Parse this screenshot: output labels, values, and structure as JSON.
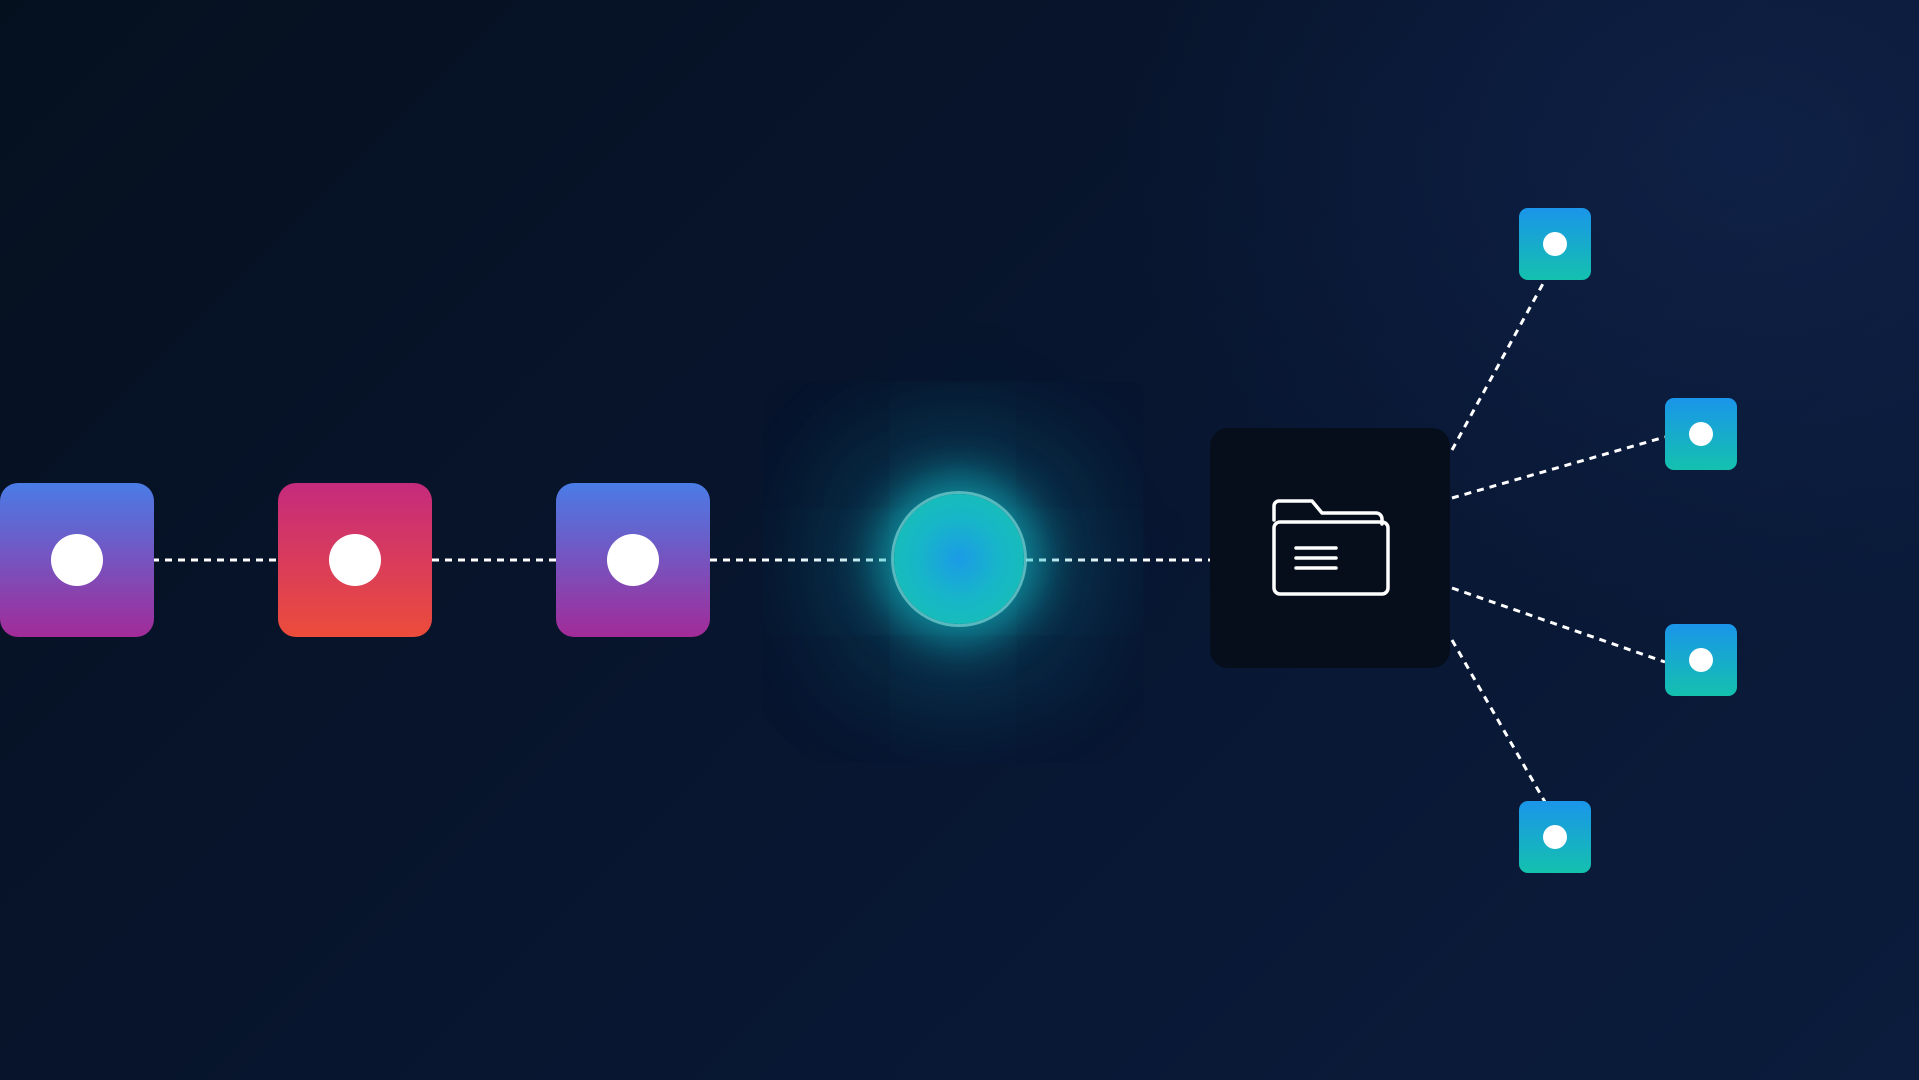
{
  "diagram": {
    "sources": [
      {
        "name": "source-node-1",
        "gradient": [
          "#4a7ce6",
          "#a22b98"
        ]
      },
      {
        "name": "source-node-2",
        "gradient": [
          "#c52b7d",
          "#ec4c3a"
        ]
      },
      {
        "name": "source-node-3",
        "gradient": [
          "#4a7ce6",
          "#a22b98"
        ]
      }
    ],
    "hub": {
      "colors": [
        "#1b9be6",
        "#16c3ad"
      ],
      "glow": "#14c8d2"
    },
    "folder": {
      "icon": "folder-document-icon",
      "background": "#060d1b"
    },
    "targets": [
      {
        "name": "target-node-1",
        "gradient": [
          "#1a95ea",
          "#14c1ae"
        ]
      },
      {
        "name": "target-node-2",
        "gradient": [
          "#1a95ea",
          "#14c1ae"
        ]
      },
      {
        "name": "target-node-3",
        "gradient": [
          "#1a95ea",
          "#14c1ae"
        ]
      },
      {
        "name": "target-node-4",
        "gradient": [
          "#1a95ea",
          "#14c1ae"
        ]
      }
    ],
    "connector_style": "dashed",
    "connector_color": "#ffffff",
    "background": [
      "#05101f",
      "#0b1c3c"
    ]
  }
}
